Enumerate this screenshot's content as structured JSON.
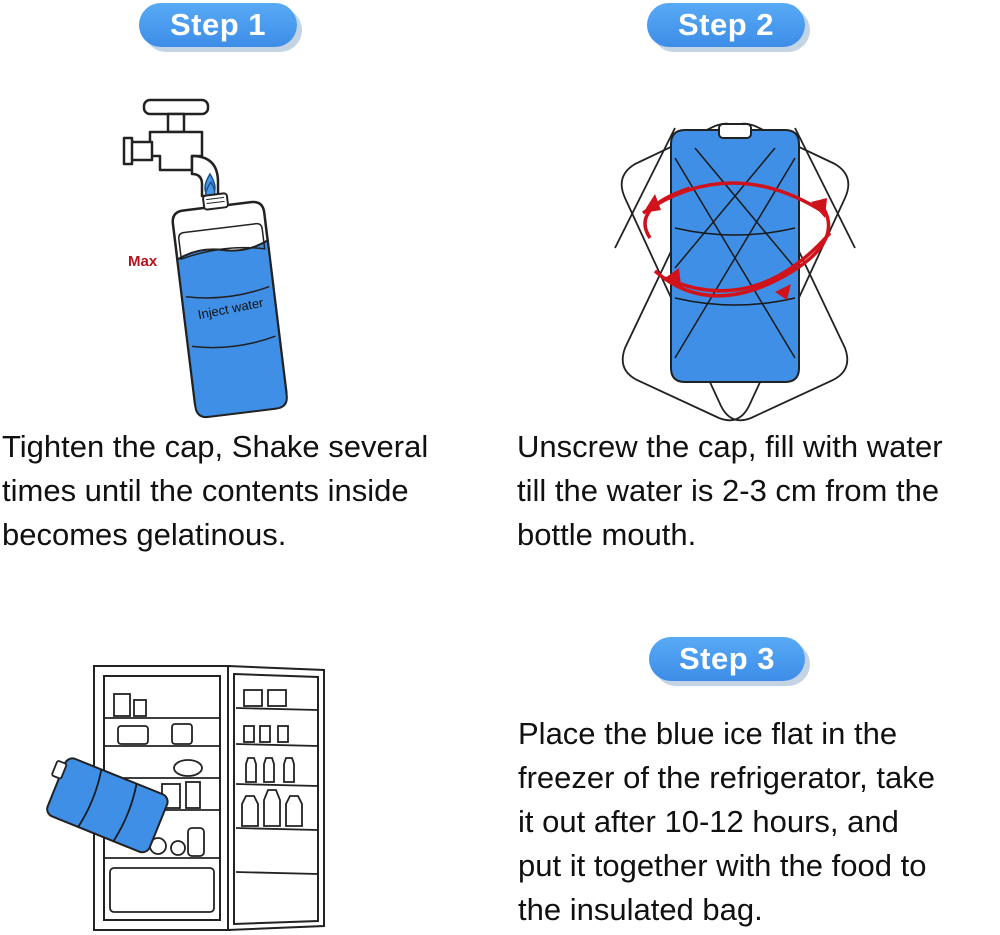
{
  "steps": [
    {
      "label": "Step 1",
      "lines": [
        "Tighten the cap, Shake several",
        "times until the contents inside",
        "becomes gelatinous."
      ]
    },
    {
      "label": "Step 2",
      "lines": [
        "Unscrew the cap, fill with water",
        "till the water is 2-3 cm from the",
        "bottle mouth."
      ]
    },
    {
      "label": "Step 3",
      "lines": [
        "Place the blue ice flat in the",
        "freezer of the refrigerator, take",
        "it out after 10-12 hours, and",
        "put it together with the food to",
        "the insulated bag."
      ]
    }
  ],
  "illustration": {
    "max_label": "Max",
    "inject_label": "Inject water"
  },
  "colors": {
    "pill": "#4a9bee",
    "ice": "#3f8fe6",
    "arrow": "#d0121b",
    "max_text": "#b3141c"
  }
}
